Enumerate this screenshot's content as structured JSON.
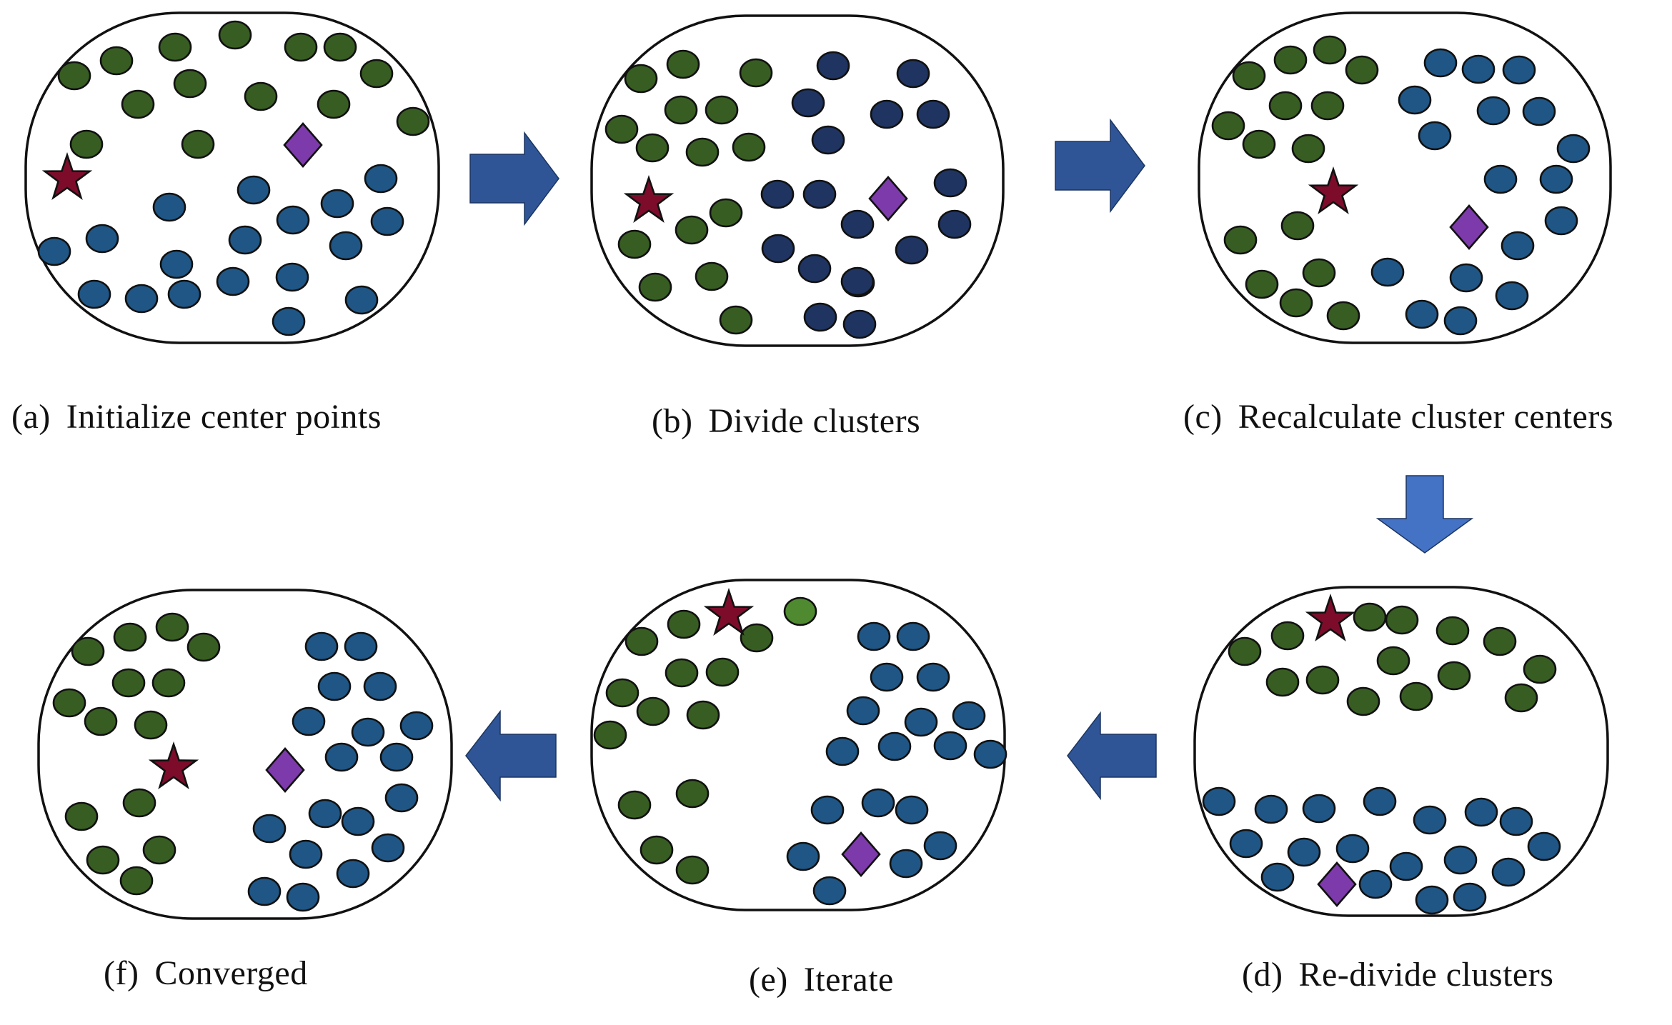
{
  "colors": {
    "green": "#385d22",
    "light_green": "#4f8a31",
    "blue": "#1f5685",
    "navy": "#1f3461",
    "star": "#7d0c2a",
    "diamond": "#7d3aab",
    "arrow": "#2f5597",
    "arrow_light": "#4472c4"
  },
  "icons": {
    "centroid_1": "star-icon",
    "centroid_2": "diamond-icon",
    "flow": "block-arrow-icon"
  },
  "panels": [
    {
      "id": "a",
      "tag": "(a)",
      "label": "Initialize center points",
      "title": "(a) Initialize center points"
    },
    {
      "id": "b",
      "tag": "(b)",
      "label": "Divide clusters",
      "title": "(b) Divide clusters"
    },
    {
      "id": "c",
      "tag": "(c)",
      "label": "Recalculate cluster centers",
      "title": "(c) Recalculate cluster centers"
    },
    {
      "id": "d",
      "tag": "(d)",
      "label": "Re-divide clusters",
      "title": "(d) Re-divide clusters"
    },
    {
      "id": "e",
      "tag": "(e)",
      "label": "Iterate",
      "title": "(e) Iterate"
    },
    {
      "id": "f",
      "tag": "(f)",
      "label": "Converged",
      "title": "(f) Converged"
    }
  ]
}
